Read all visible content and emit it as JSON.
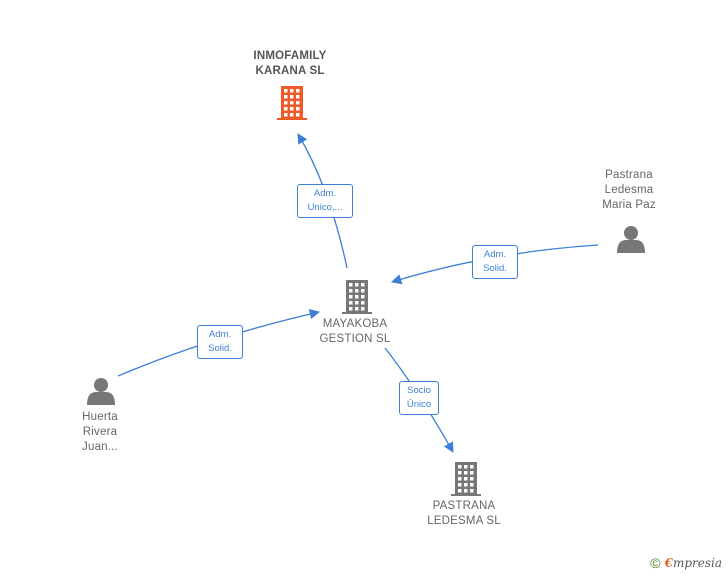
{
  "nodes": [
    {
      "id": "inmofamily",
      "label": "INMOFAMILY\nKARANA  SL",
      "type": "company",
      "color": "#f05a28",
      "bold": true
    },
    {
      "id": "mayakoba",
      "label": "MAYAKOBA\nGESTION  SL",
      "type": "company",
      "color": "#777777",
      "bold": false
    },
    {
      "id": "pastrana_sl",
      "label": "PASTRANA\nLEDESMA  SL",
      "type": "company",
      "color": "#777777",
      "bold": false
    },
    {
      "id": "pastrana_person",
      "label": "Pastrana\nLedesma\nMaria Paz",
      "type": "person",
      "color": "#777777",
      "bold": false
    },
    {
      "id": "huerta",
      "label": "Huerta\nRivera\nJuan...",
      "type": "person",
      "color": "#777777",
      "bold": false
    }
  ],
  "edges": [
    {
      "from": "mayakoba",
      "to": "inmofamily",
      "label": "Adm.\nUnico,..."
    },
    {
      "from": "pastrana_person",
      "to": "mayakoba",
      "label": "Adm.\nSolid."
    },
    {
      "from": "huerta",
      "to": "mayakoba",
      "label": "Adm.\nSolid."
    },
    {
      "from": "mayakoba",
      "to": "pastrana_sl",
      "label": "Socio\nÚnico"
    }
  ],
  "colors": {
    "edge": "#3d7fd6",
    "company_highlight": "#f05a28",
    "company": "#777777",
    "person": "#777777"
  },
  "icons": {
    "company": "building-icon",
    "person": "person-icon"
  },
  "watermark": {
    "symbol": "©",
    "brand_initial": "€",
    "brand_rest": "mpresia"
  }
}
